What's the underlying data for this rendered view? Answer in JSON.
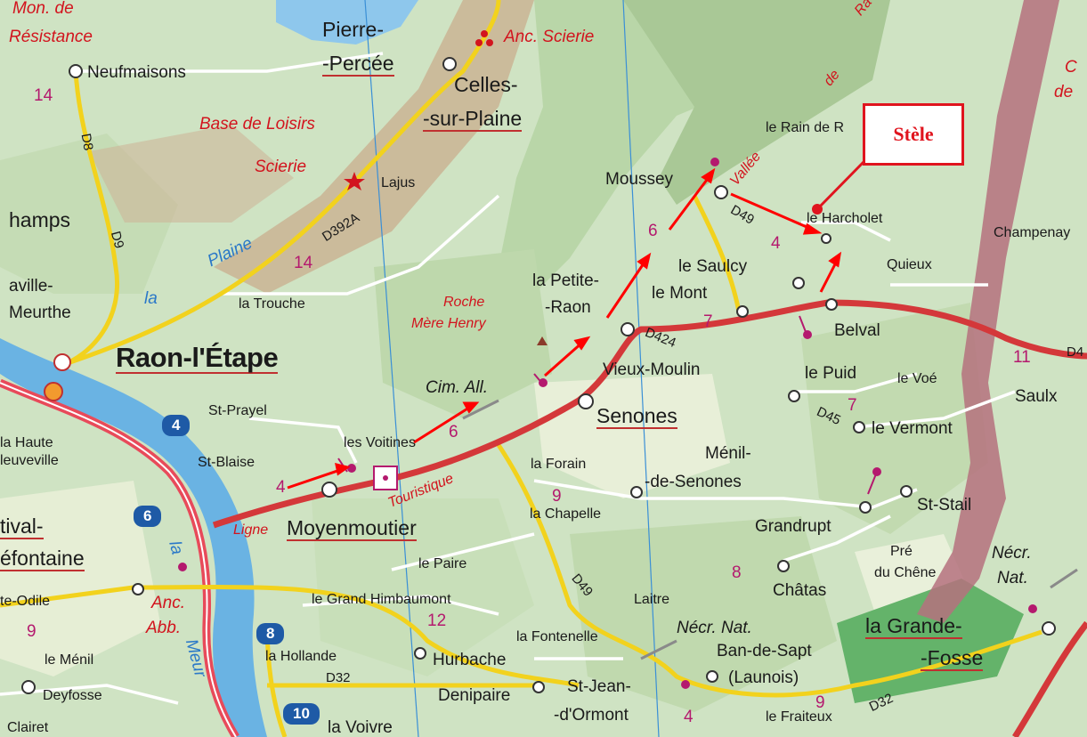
{
  "callout": {
    "label": "Stèle"
  },
  "towns": {
    "raon": "Raon-l'Étape",
    "senones": "Senones",
    "moyenmoutier": "Moyenmoutier",
    "pierre_percee_1": "Pierre-",
    "pierre_percee_2": "-Percée",
    "celles_1": "Celles-",
    "celles_2": "-sur-Plaine",
    "neufmaisons": "Neufmaisons",
    "moussey": "Moussey",
    "petite_raon_1": "la Petite-",
    "petite_raon_2": "-Raon",
    "le_saulcy": "le Saulcy",
    "le_mont": "le Mont",
    "belval": "Belval",
    "vieux_moulin": "Vieux-Moulin",
    "le_puid": "le Puid",
    "le_voe": "le Voé",
    "le_vermont": "le Vermont",
    "menil_1": "Ménil-",
    "menil_2": "-de-Senones",
    "st_stail": "St-Stail",
    "grandrupt": "Grandrupt",
    "pre_1": "Pré",
    "pre_2": "du Chêne",
    "chatas": "Châtas",
    "grande_fosse_1": "la Grande-",
    "grande_fosse_2": "-Fosse",
    "ban_de_sapt_1": "Ban-de-Sapt",
    "ban_de_sapt_2": "(Launois)",
    "st_jean_1": "St-Jean-",
    "st_jean_2": "-d'Ormont",
    "denipaire": "Denipaire",
    "hurbache": "Hurbache",
    "la_fontenelle": "la Fontenelle",
    "laitre": "Laitre",
    "la_chapelle": "la Chapelle",
    "le_paire": "le Paire",
    "grand_himbaumont": "le Grand Himbaumont",
    "la_hollande": "la Hollande",
    "deyfosse": "Deyfosse",
    "le_menil": "le Ménil",
    "clairet": "Clairet",
    "la_voivre": "la Voivre",
    "st_prayel": "St-Prayel",
    "st_blaise": "St-Blaise",
    "les_voitines": "les Voitines",
    "la_forain": "la Forain",
    "la_trouche": "la Trouche",
    "lajus": "Lajus",
    "le_rain": "le Rain de R",
    "le_harcholet": "le Harcholet",
    "quieux": "Quieux",
    "champenay": "Champenay",
    "saulx": "Saulx",
    "le_fraiteux": "le Fraiteux",
    "champs": "hamps",
    "laville_1": "aville-",
    "laville_2": "Meurthe",
    "la_haute_1": "la Haute",
    "la_haute_2": "leuveville",
    "etival_1": "tival-",
    "etival_2": "éfontaine",
    "ste_odile": "te-Odile",
    "necr_1": "Nécr.",
    "necr_2": "Nat."
  },
  "roads": {
    "d8": "D8",
    "d9": "D9",
    "d392a": "D392A",
    "d49a": "D49",
    "d49b": "D49",
    "d424": "D424",
    "d45": "D45",
    "d32a": "D32",
    "d32b": "D32",
    "d4": "D4"
  },
  "badges": {
    "b4": "4",
    "b6": "6",
    "b8": "8",
    "b10": "10"
  },
  "distances": {
    "n14a": "14",
    "n14b": "14",
    "n6a": "6",
    "n6b": "6",
    "n4a": "4",
    "n4b": "4",
    "n7a": "7",
    "n7b": "7",
    "n9a": "9",
    "n9b": "9",
    "n9c": "9",
    "n8": "8",
    "n12": "12",
    "n11": "11",
    "n4c": "4"
  },
  "pois": {
    "monument_1": "Mon. de",
    "monument_2": "Résistance",
    "anc_scierie": "Anc. Scierie",
    "base_loisirs": "Base de Loisirs",
    "scierie": "Scierie",
    "roche_1": "Roche",
    "roche_2": "Mère Henry",
    "cim_all": "Cim. All.",
    "ligne": "Ligne",
    "touristique": "Touristique",
    "anc_abb_1": "Anc.",
    "anc_abb_2": "Abb.",
    "necr_nat_1": "Nécr. Nat.",
    "vallee": "Vallée",
    "de": "de",
    "ra": "Ra",
    "c_de_1": "C",
    "c_de_2": "de"
  },
  "water": {
    "plaine": "Plaine",
    "la1": "la",
    "la2": "la",
    "meurthe": "Meur"
  }
}
